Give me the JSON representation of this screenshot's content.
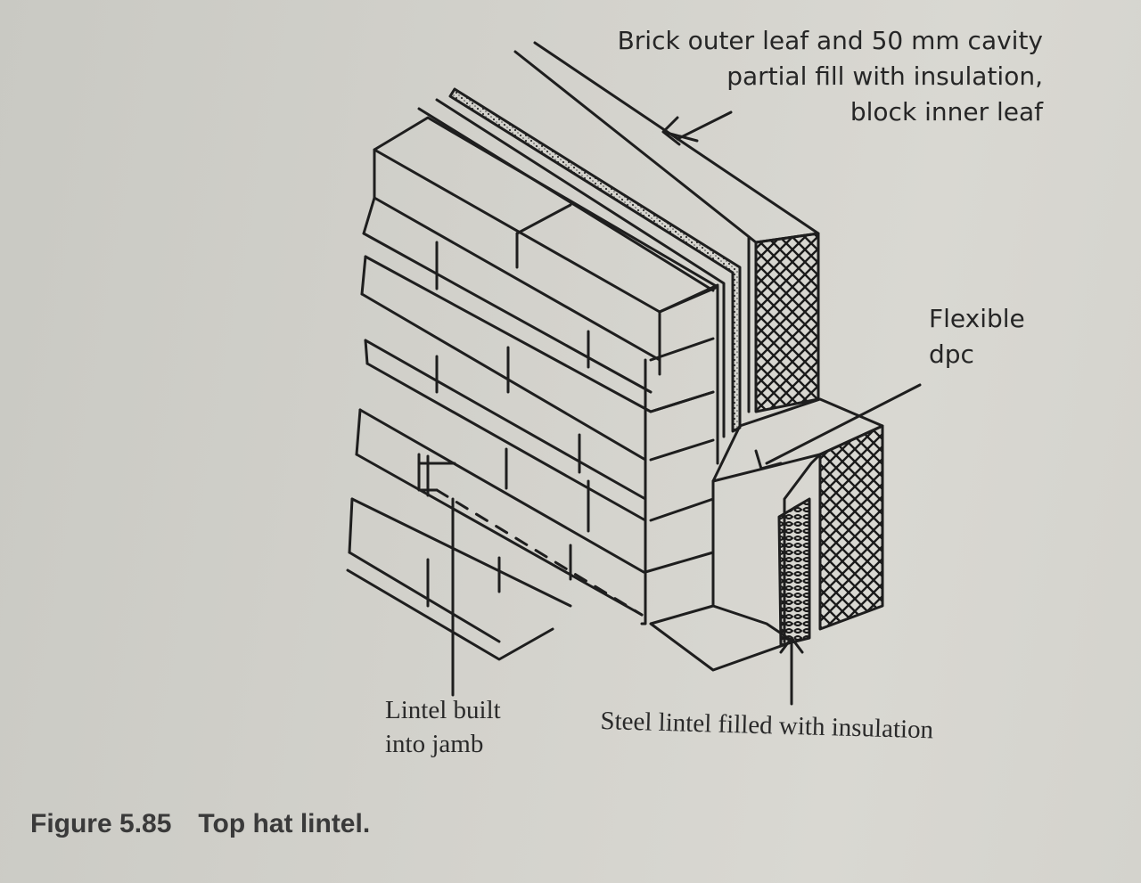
{
  "labels": {
    "wall": {
      "lines": [
        "Brick outer leaf and 50 mm cavity",
        "partial fill with insulation,",
        "block inner leaf"
      ]
    },
    "dpc": {
      "lines": [
        "Flexible",
        "dpc"
      ]
    },
    "jamb": {
      "lines": [
        "Lintel built",
        "into jamb"
      ]
    },
    "steel": {
      "lines": [
        "Steel lintel filled with insulation"
      ]
    }
  },
  "caption": {
    "number": "Figure 5.85",
    "title": "Top hat lintel."
  }
}
